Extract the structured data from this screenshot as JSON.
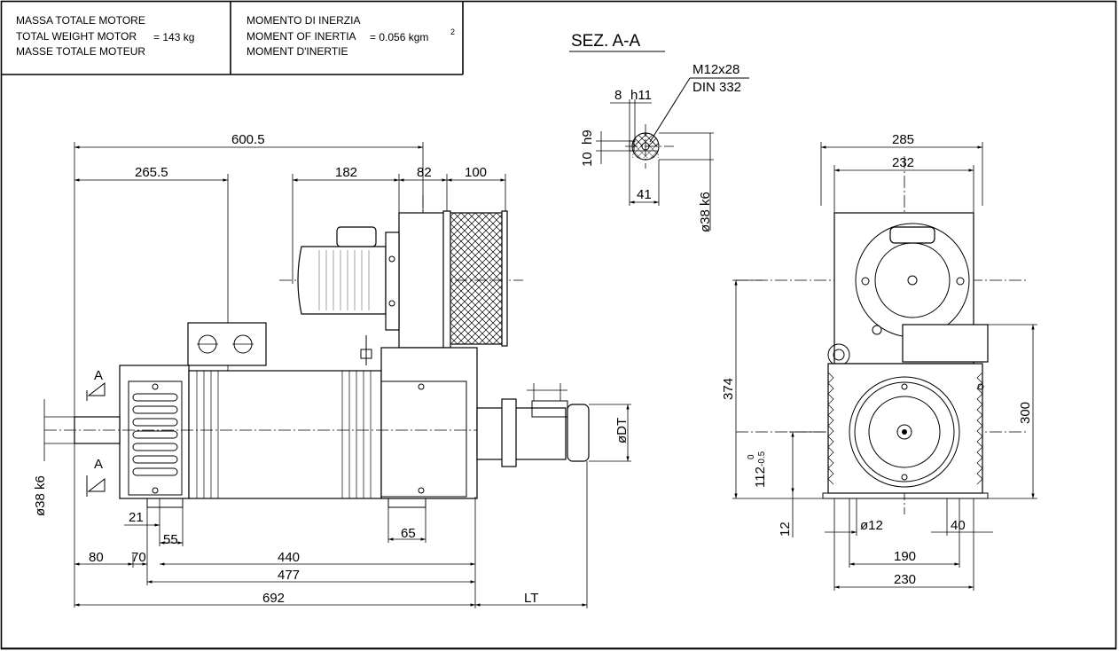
{
  "title_block": {
    "weight_label_it": "MASSA TOTALE MOTORE",
    "weight_label_en": "TOTAL WEIGHT MOTOR",
    "weight_label_fr": "MASSE TOTALE MOTEUR",
    "weight_value": "= 143 kg",
    "inertia_label_it": "MOMENTO DI INERZIA",
    "inertia_label_en": "MOMENT OF INERTIA",
    "inertia_label_fr": "MOMENT D'INERTIE",
    "inertia_value": "= 0.056 kgm",
    "inertia_exp": "2"
  },
  "section": {
    "title": "SEZ. A-A",
    "key_spec_1": "M12x28",
    "key_spec_2": "DIN 332",
    "dim_8": "8",
    "dim_h11": "h11",
    "dim_10": "10",
    "dim_h9": "h9",
    "dim_41": "41",
    "dim_shaft": "ø38 k6"
  },
  "side_view": {
    "dim_600_5": "600.5",
    "dim_265_5": "265.5",
    "dim_182": "182",
    "dim_82": "82",
    "dim_100": "100",
    "dim_shaft": "ø38 k6",
    "dim_21": "21",
    "dim_55": "55",
    "dim_65": "65",
    "dim_80": "80",
    "dim_70": "70",
    "dim_440": "440",
    "dim_477": "477",
    "dim_692": "692",
    "dim_lt": "LT",
    "dim_dt": "øDT",
    "section_mark": "A"
  },
  "end_view": {
    "dim_285": "285",
    "dim_232": "232",
    "dim_374": "374",
    "dim_300": "300",
    "dim_112": "112",
    "dim_112_tol_upper": "0",
    "dim_112_tol_lower": "-0.5",
    "dim_12": "12",
    "dim_hole": "ø12",
    "dim_40": "40",
    "dim_190": "190",
    "dim_230": "230"
  }
}
